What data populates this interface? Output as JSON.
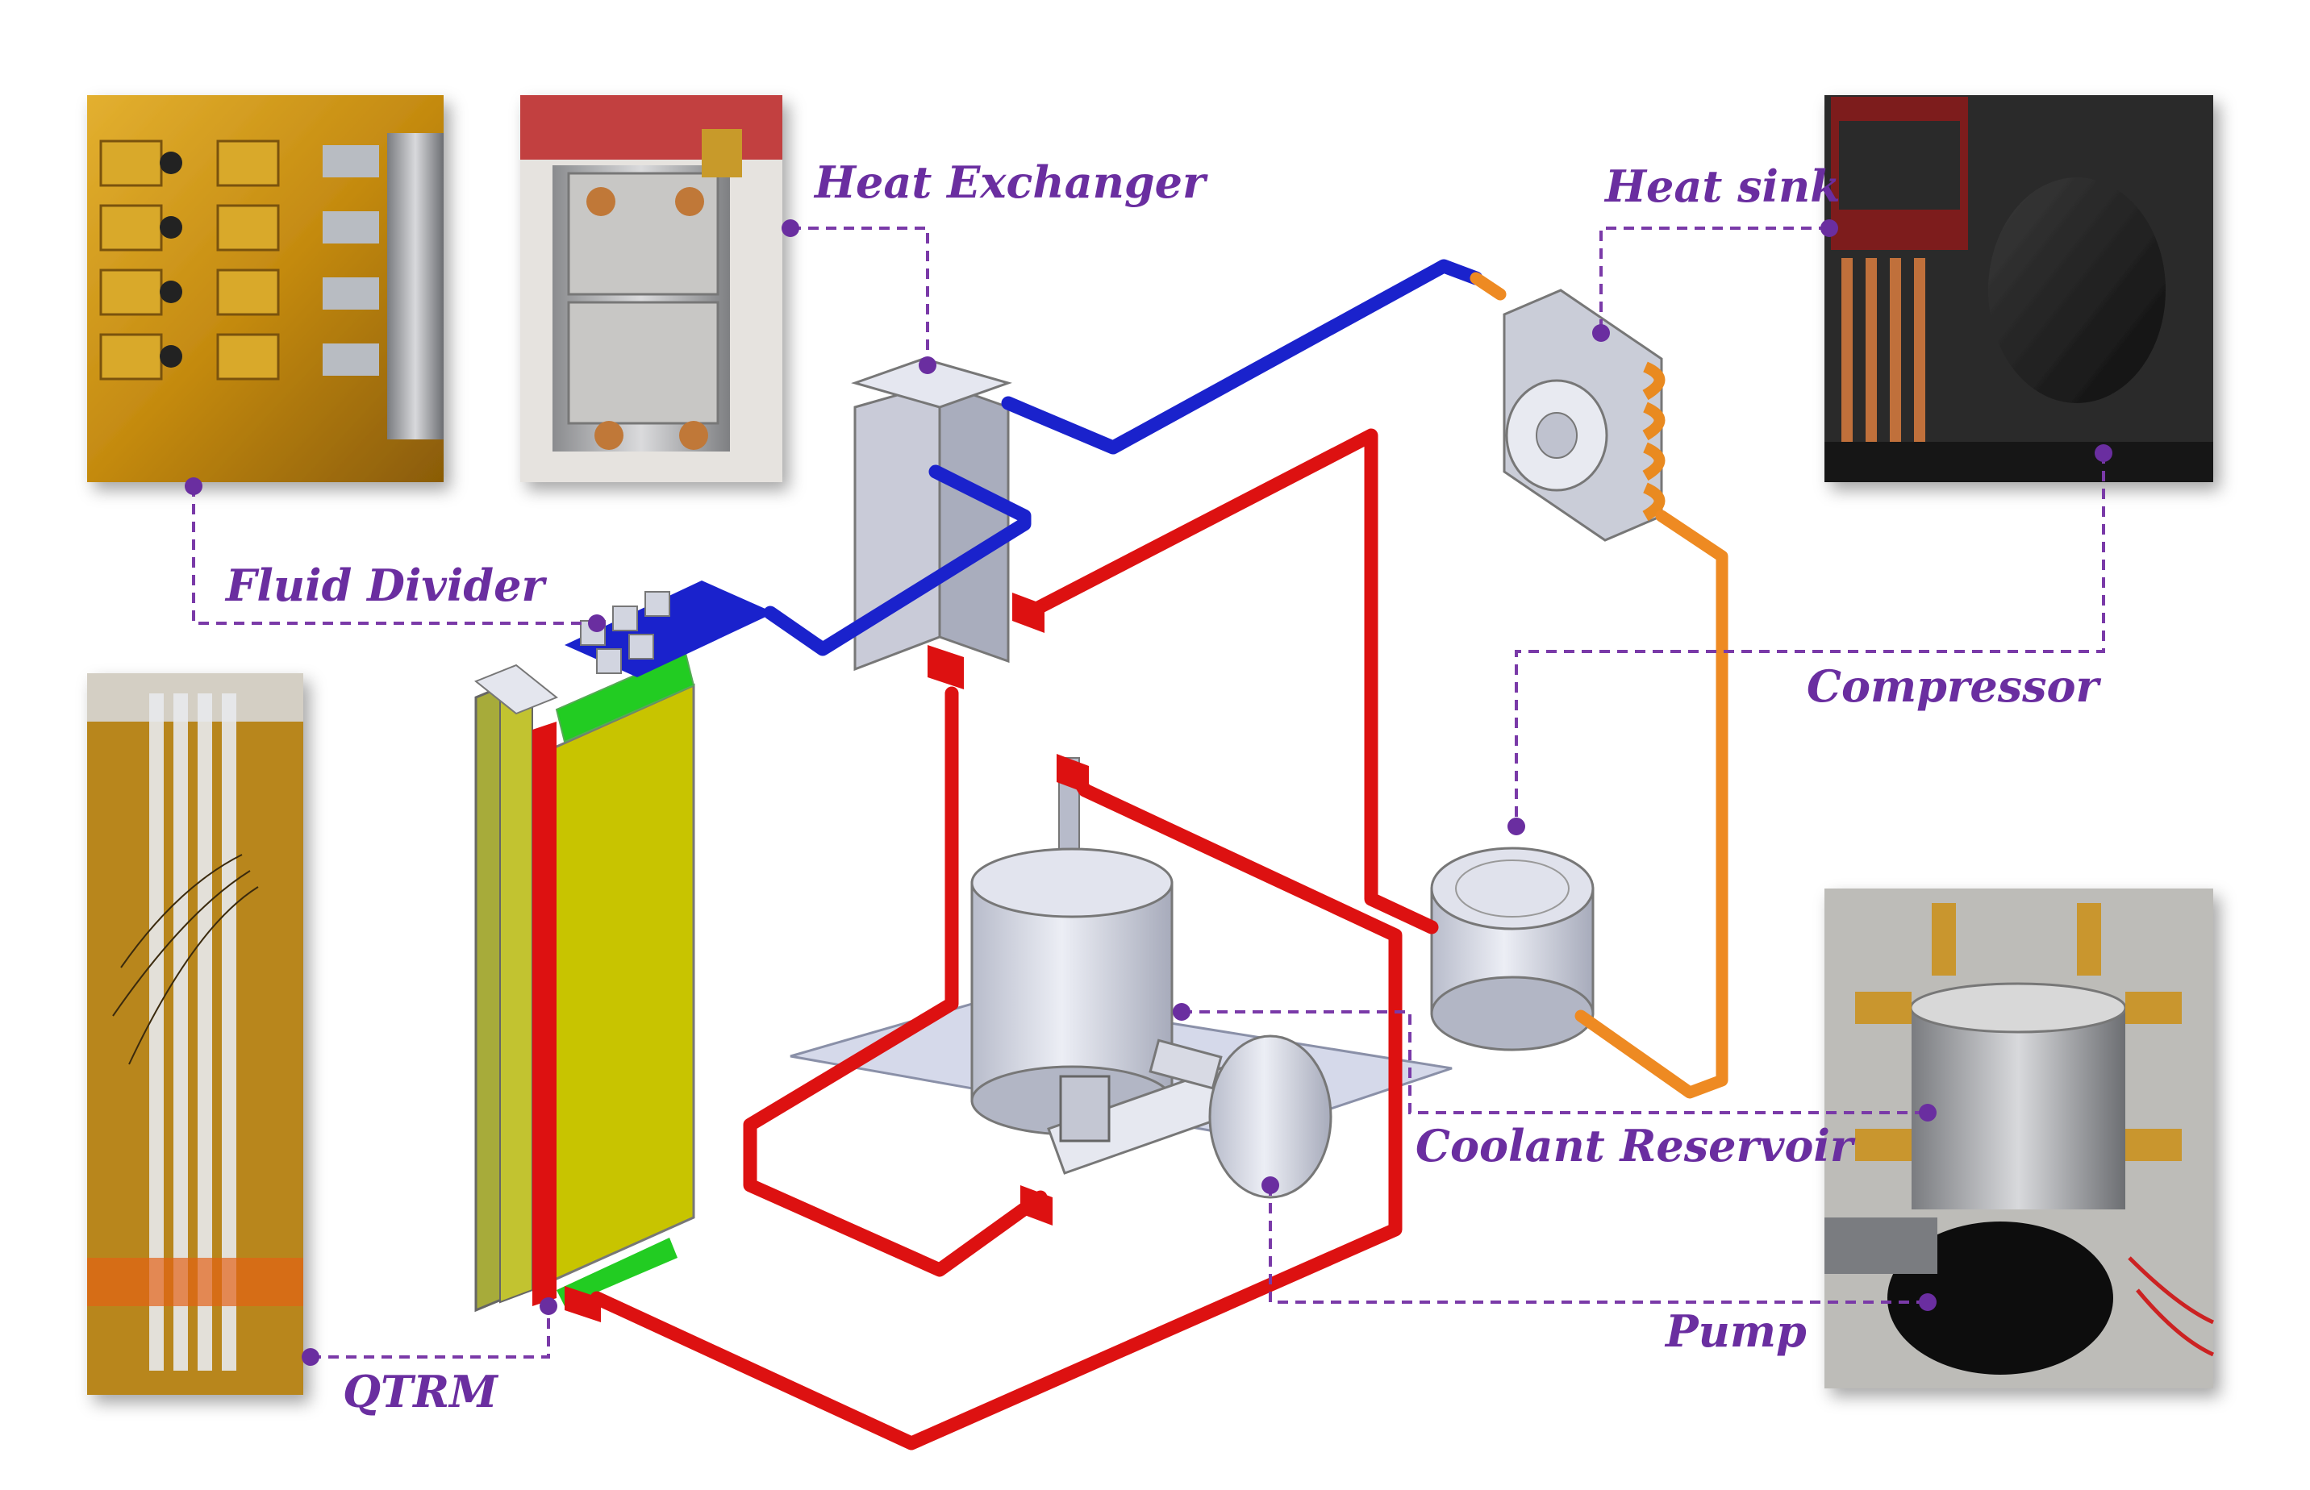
{
  "labels": {
    "heat_exchanger": "Heat Exchanger",
    "heat_sink": "Heat sink",
    "fluid_divider": "Fluid Divider",
    "compressor": "Compressor",
    "coolant_reservoir": "Coolant Reservoir",
    "pump": "Pump",
    "qtrm": "QTRM"
  },
  "colors": {
    "label": "#6a2ea0",
    "leader": "#7a3aa8",
    "hot_pipe": "#dd1111",
    "cold_pipe": "#1a22cc",
    "refrigerant_pipe": "#ee8a22",
    "qtrm_body": "#c8c400",
    "manifold_green": "#22cc22",
    "component_gray": "#d6d8e4"
  }
}
